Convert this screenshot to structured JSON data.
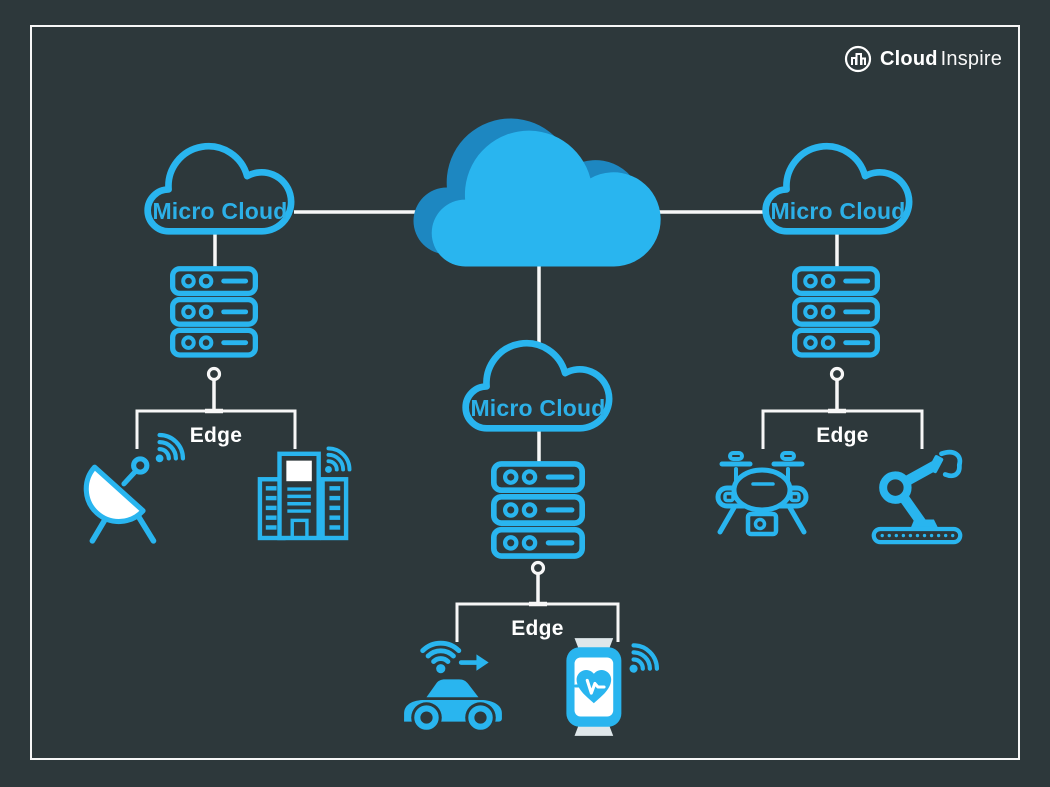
{
  "colors": {
    "background": "#2d383b",
    "accent": "#29b5ef",
    "accent_dark": "#1d87c1",
    "line": "#f7f7f7",
    "cloud_text": "#2cb0e8",
    "edge_text": "#ffffff",
    "device_screen": "#ffffff",
    "strap": "#dfe7ea"
  },
  "logo": {
    "icon": "cloud-inspire-building-icon",
    "brand_bold": "Cloud",
    "brand_light": "Inspire"
  },
  "diagram": {
    "core_cloud": {
      "icon": "core-cloud-icon"
    },
    "clusters": [
      {
        "id": "left",
        "cloud_label": "Micro Cloud",
        "server_icon": "server-rack-icon",
        "edge_label": "Edge",
        "devices": [
          {
            "icon": "satellite-dish-icon"
          },
          {
            "icon": "smart-building-icon"
          }
        ]
      },
      {
        "id": "center",
        "cloud_label": "Micro Cloud",
        "server_icon": "server-rack-icon",
        "edge_label": "Edge",
        "devices": [
          {
            "icon": "connected-car-icon"
          },
          {
            "icon": "smartwatch-icon"
          }
        ]
      },
      {
        "id": "right",
        "cloud_label": "Micro Cloud",
        "server_icon": "server-rack-icon",
        "edge_label": "Edge",
        "devices": [
          {
            "icon": "drone-icon"
          },
          {
            "icon": "robot-arm-icon"
          }
        ]
      }
    ]
  }
}
